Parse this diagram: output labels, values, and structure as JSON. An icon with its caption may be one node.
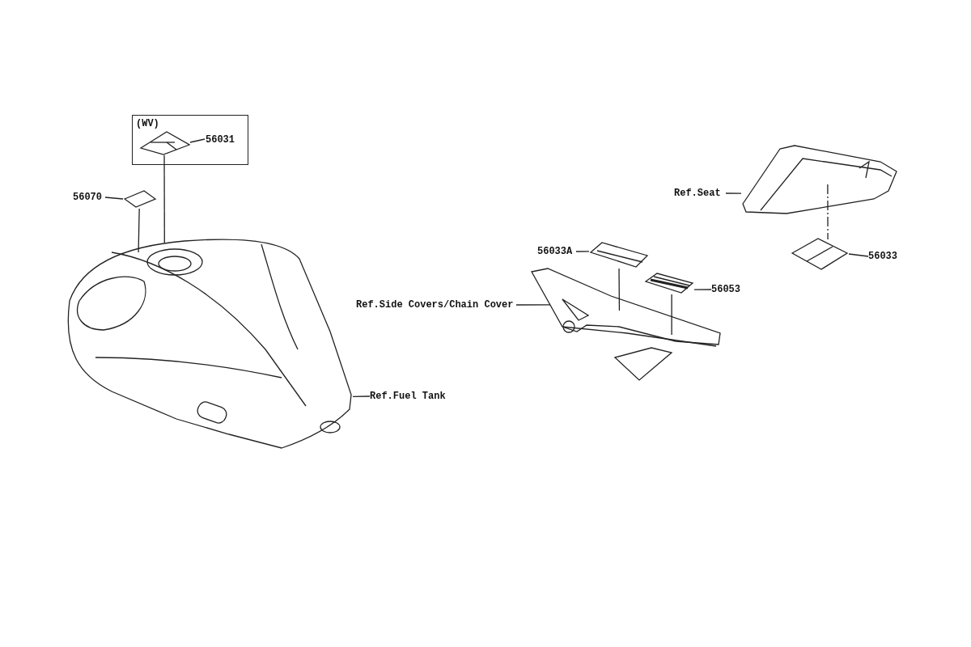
{
  "diagram": {
    "nodes": [
      {
        "text": [
          "(WV)"
        ]
      },
      {
        "text": [],
        "shape": "picture",
        "in": 0
      },
      {
        "text": [
          "56031"
        ],
        "in": 0
      },
      {
        "text": [
          "56070"
        ]
      },
      {
        "text": [],
        "shape": "picture"
      },
      {
        "text": [],
        "shape": "picture"
      },
      {
        "text": [
          "Ref.Fuel Tank"
        ]
      },
      {
        "text": [
          "Ref.Side Covers/Chain Cover"
        ]
      },
      {
        "text": [],
        "shape": "picture"
      },
      {
        "text": [
          "56033A"
        ]
      },
      {
        "text": [],
        "shape": "picture"
      },
      {
        "text": [],
        "shape": "picture"
      },
      {
        "text": [
          "56053"
        ]
      },
      {
        "text": [
          "Ref.Seat"
        ]
      },
      {
        "text": [],
        "shape": "picture"
      },
      {
        "text": [],
        "shape": "picture"
      },
      {
        "text": [
          "56033"
        ]
      }
    ],
    "edges": [
      {
        "from": 2,
        "to": 1,
        "arrow": "none"
      },
      {
        "from": 1,
        "to": 5,
        "arrow": "none"
      },
      {
        "from": 3,
        "to": 4,
        "arrow": "none"
      },
      {
        "from": 4,
        "to": 5,
        "arrow": "none"
      },
      {
        "from": 6,
        "to": 5,
        "arrow": "none"
      },
      {
        "from": 7,
        "to": 8,
        "arrow": "none"
      },
      {
        "from": 9,
        "to": 10,
        "arrow": "none"
      },
      {
        "from": 10,
        "to": 8,
        "arrow": "none"
      },
      {
        "from": 12,
        "to": 11,
        "arrow": "none"
      },
      {
        "from": 11,
        "to": 8,
        "arrow": "none"
      },
      {
        "from": 13,
        "to": 14,
        "arrow": "none"
      },
      {
        "from": 14,
        "to": 15,
        "arrow": "none",
        "style": "dashed"
      },
      {
        "from": 16,
        "to": 15,
        "arrow": "none"
      }
    ]
  }
}
